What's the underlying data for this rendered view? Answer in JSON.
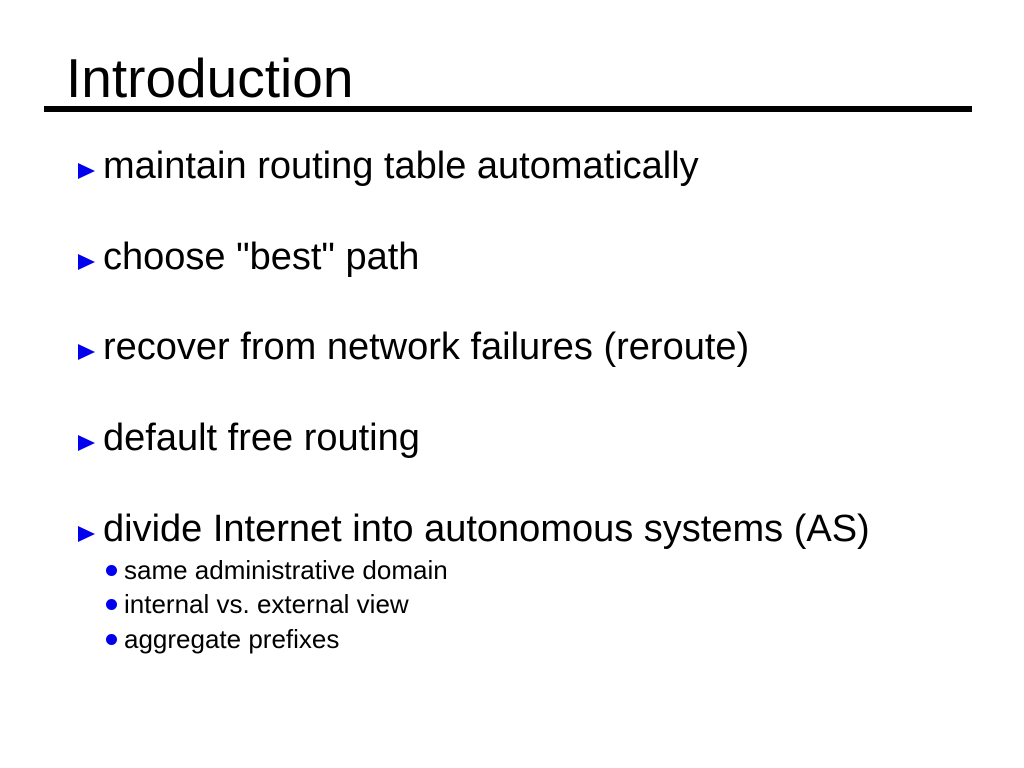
{
  "slide": {
    "title": "Introduction",
    "bullets": [
      {
        "label": "maintain routing table automatically"
      },
      {
        "label": "choose \"best\" path"
      },
      {
        "label": "recover from network failures (reroute)"
      },
      {
        "label": "default free routing"
      },
      {
        "label": "divide Internet into autonomous systems (AS)",
        "sub": [
          {
            "label": "same administrative domain"
          },
          {
            "label": "internal vs. external view"
          },
          {
            "label": "aggregate prefixes"
          }
        ]
      }
    ],
    "colors": {
      "background": "#ffffff",
      "text": "#000000",
      "bullet_blue": "#0000ee",
      "title_rule": "#000000"
    }
  }
}
